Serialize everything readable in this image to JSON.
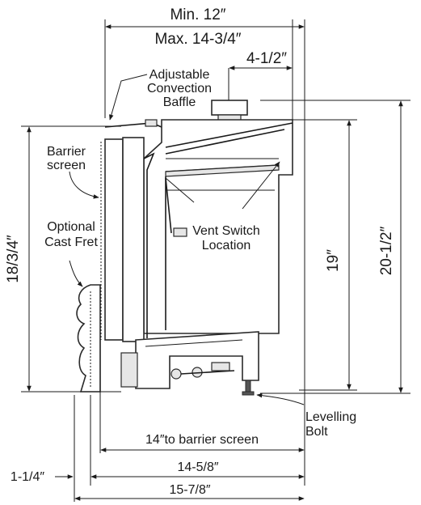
{
  "labels": {
    "min_width": "Min. 12″",
    "max_width": "Max. 14-3/4″",
    "vent_offset": "4-1/2″",
    "baffle_line1": "Adjustable",
    "baffle_line2": "Convection",
    "baffle_line3": "Baffle",
    "barrier_line1": "Barrier",
    "barrier_line2": "screen",
    "fret_line1": "Optional",
    "fret_line2": "Cast Fret",
    "left_height": "18/3/4″",
    "vent_line1": "Vent Switch",
    "vent_line2": "Location",
    "height_19": "19″",
    "height_20": "20-1/2″",
    "bolt_line1": "Levelling",
    "bolt_line2": "Bolt",
    "depth_barrier": "14″to barrier screen",
    "depth_14_5_8": "14-5/8″",
    "fret_depth": "1-1/4″",
    "depth_15_7_8": "15-7/8″"
  }
}
